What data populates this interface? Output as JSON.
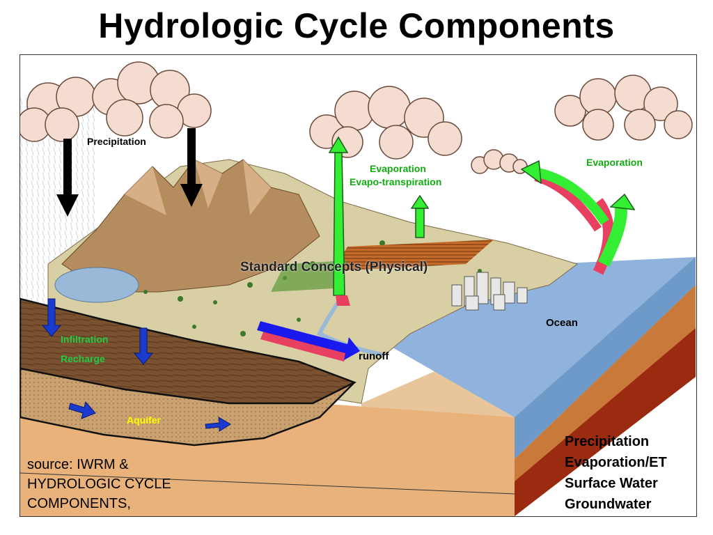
{
  "title": "Hydrologic Cycle Components",
  "labels": {
    "precipitation": "Precipitation",
    "evaporation_center": "Evaporation",
    "evapotranspiration": "Evapo-transpiration",
    "evaporation_right": "Evaporation",
    "standard_concepts": "Standard Concepts (Physical)",
    "ocean": "Ocean",
    "runoff": "runoff",
    "infiltration": "Infiltration",
    "recharge": "Recharge",
    "aquifer": "Aquifer"
  },
  "components": [
    "Precipitation",
    "Evaporation/ET",
    "Surface Water",
    "Groundwater"
  ],
  "source": [
    "source: IWRM &",
    "HYDROLOGIC CYCLE",
    "COMPONENTS,"
  ],
  "colors": {
    "evaporation_arrow": "#33ee33",
    "runoff_arrow": "#1a1aee",
    "infiltration_arrow": "#1a3ad0",
    "precipitation_arrow": "#000000",
    "ocean": "#8fb3dc",
    "land": "#d9cfa4",
    "soil_layer": "#6e4a2a",
    "aquifer_layer": "#c59a66"
  }
}
